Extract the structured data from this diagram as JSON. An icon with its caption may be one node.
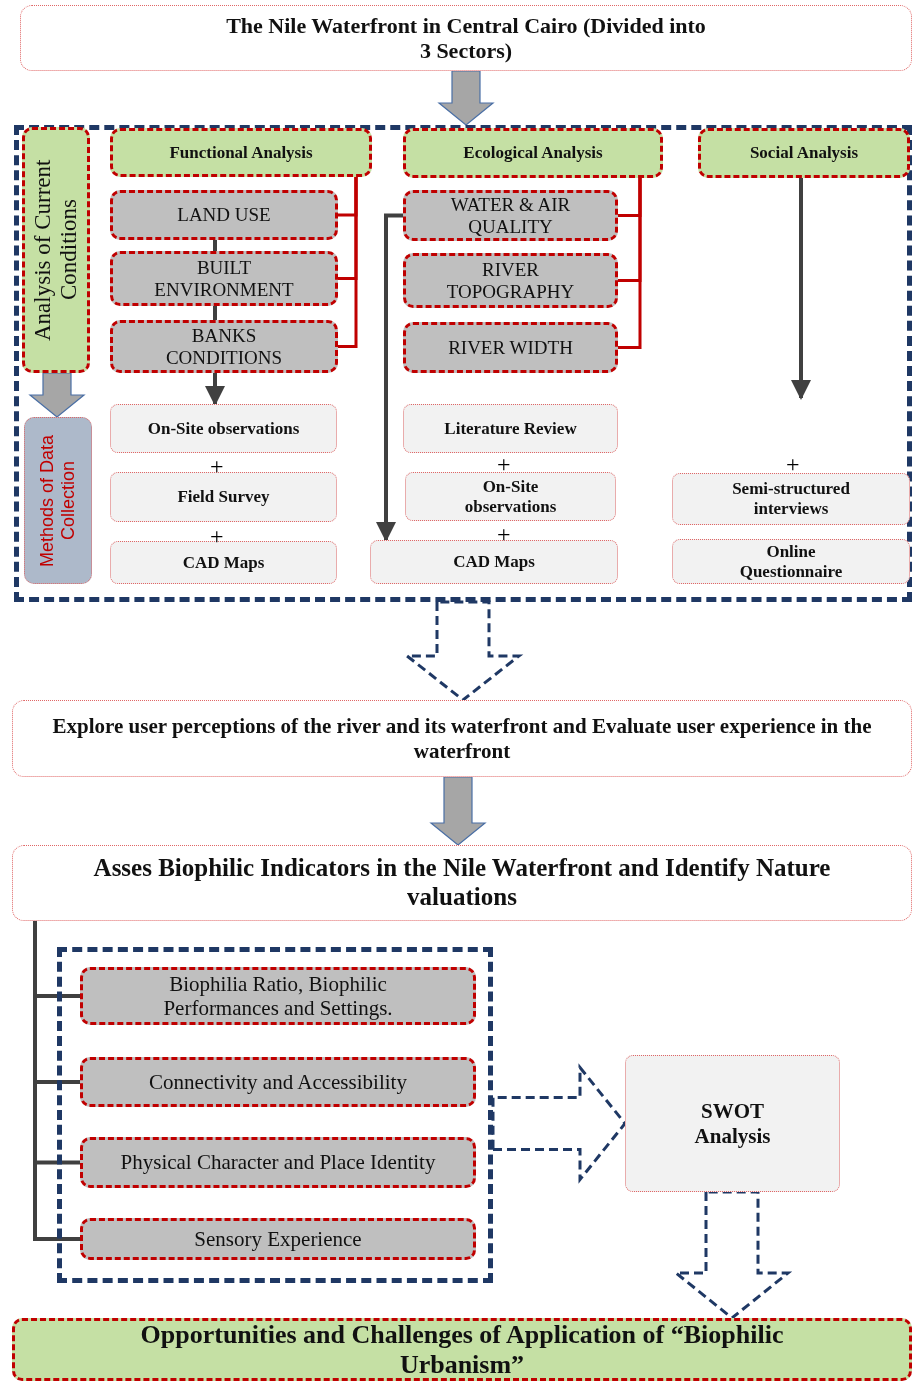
{
  "diagram": {
    "nodes": [
      {
        "text": [
          "The Nile Waterfront in Central Cairo (Divided into 3 Sectors)"
        ]
      },
      {
        "text": [],
        "shape": "box"
      },
      {
        "text": [
          "Analysis of Current Conditions"
        ],
        "in": 1
      },
      {
        "text": [
          "Methods of Data Collection"
        ],
        "in": 1
      },
      {
        "text": [
          "Functional Analysis"
        ],
        "in": 1
      },
      {
        "text": [
          "LAND USE"
        ],
        "in": 1
      },
      {
        "text": [
          "BUILT ENVIRONMENT"
        ],
        "in": 1
      },
      {
        "text": [
          "BANKS CONDITIONS"
        ],
        "in": 1
      },
      {
        "text": [
          "On-Site observations"
        ],
        "in": 1
      },
      {
        "text": [
          "Field Survey"
        ],
        "in": 1
      },
      {
        "text": [
          "CAD Maps"
        ],
        "in": 1
      },
      {
        "text": [
          "Ecological Analysis"
        ],
        "in": 1
      },
      {
        "text": [
          "WATER & AIR QUALITY"
        ],
        "in": 1
      },
      {
        "text": [
          "RIVER TOPOGRAPHY"
        ],
        "in": 1
      },
      {
        "text": [
          "RIVER WIDTH"
        ],
        "in": 1
      },
      {
        "text": [
          "Literature Review"
        ],
        "in": 1
      },
      {
        "text": [
          "On-Site observations"
        ],
        "in": 1
      },
      {
        "text": [
          "CAD Maps"
        ],
        "in": 1
      },
      {
        "text": [
          "Social Analysis"
        ],
        "in": 1
      },
      {
        "text": [
          "Semi-structured interviews"
        ],
        "in": 1
      },
      {
        "text": [
          "Online Questionnaire"
        ],
        "in": 1
      },
      {
        "text": [
          "Explore user perceptions of the river and its waterfront and Evaluate user experience in the waterfront"
        ]
      },
      {
        "text": [
          "Asses Biophilic Indicators in the Nile Waterfront and Identify Nature valuations"
        ]
      },
      {
        "text": [],
        "shape": "box"
      },
      {
        "text": [
          "Biophilia Ratio, Biophilic Performances and Settings."
        ],
        "in": 23
      },
      {
        "text": [
          "Connectivity and Accessibility"
        ],
        "in": 23
      },
      {
        "text": [
          "Physical Character and Place Identity"
        ],
        "in": 23
      },
      {
        "text": [
          "Sensory Experience"
        ],
        "in": 23
      },
      {
        "text": [
          "SWOT Analysis"
        ]
      },
      {
        "text": [
          "Opportunities and Challenges of Application of “Biophilic Urbanism”"
        ]
      }
    ],
    "edges": [
      {
        "from": 0,
        "to": 1,
        "arrow": "to",
        "style": "thick",
        "color": "#a6a6a6"
      },
      {
        "from": 2,
        "to": 3,
        "arrow": "to",
        "style": "thick",
        "color": "#a6a6a6"
      },
      {
        "from": 4,
        "to": 5,
        "arrow": "none",
        "color": "#c00000"
      },
      {
        "from": 4,
        "to": 6,
        "arrow": "none",
        "color": "#c00000"
      },
      {
        "from": 4,
        "to": 7,
        "arrow": "none",
        "color": "#c00000"
      },
      {
        "from": 5,
        "to": 6,
        "arrow": "none"
      },
      {
        "from": 6,
        "to": 7,
        "arrow": "none"
      },
      {
        "from": 7,
        "to": 8,
        "arrow": "to"
      },
      {
        "from": 11,
        "to": 12,
        "arrow": "none",
        "color": "#c00000"
      },
      {
        "from": 11,
        "to": 13,
        "arrow": "none",
        "color": "#c00000"
      },
      {
        "from": 11,
        "to": 14,
        "arrow": "none",
        "color": "#c00000"
      },
      {
        "from": 12,
        "to": 17,
        "arrow": "to"
      },
      {
        "from": 18,
        "to": null,
        "arrow": "to"
      },
      {
        "from": 1,
        "to": 21,
        "arrow": "to",
        "style": "dashed",
        "color": "#1f3864"
      },
      {
        "from": 21,
        "to": 22,
        "arrow": "to",
        "style": "thick",
        "color": "#a6a6a6"
      },
      {
        "from": 22,
        "to": 24,
        "arrow": "none"
      },
      {
        "from": 22,
        "to": 25,
        "arrow": "none"
      },
      {
        "from": 22,
        "to": 26,
        "arrow": "none"
      },
      {
        "from": 22,
        "to": 27,
        "arrow": "none"
      },
      {
        "from": 23,
        "to": 28,
        "arrow": "to",
        "style": "dashed",
        "color": "#1f3864"
      },
      {
        "from": 28,
        "to": 29,
        "arrow": "to",
        "style": "dashed",
        "color": "#1f3864"
      }
    ],
    "labels": [
      "+",
      "+",
      "+",
      "+",
      "+"
    ]
  }
}
